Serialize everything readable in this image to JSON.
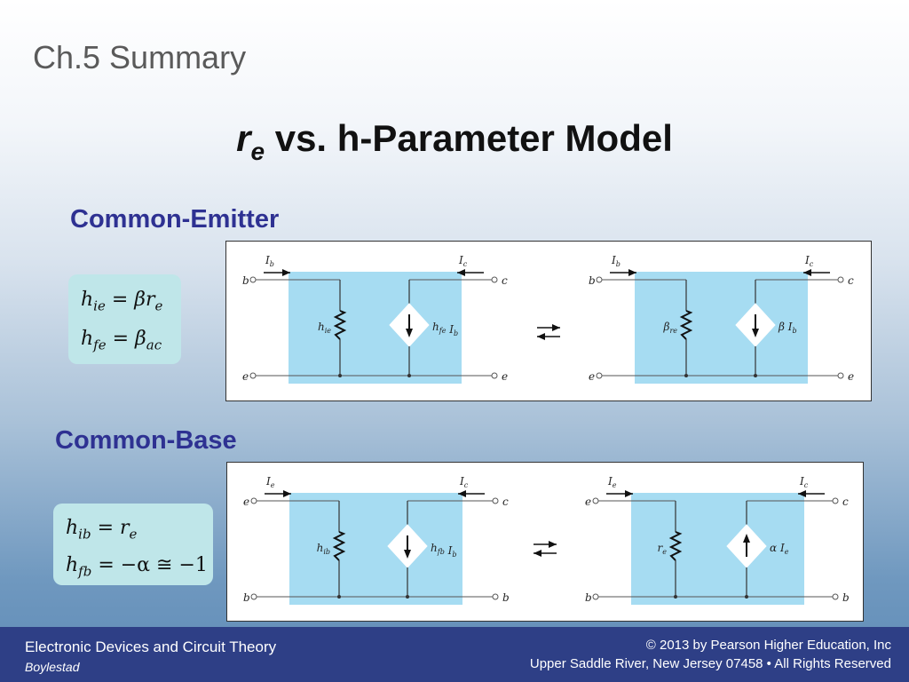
{
  "slide": {
    "kicker": "Ch.5 Summary",
    "title_symbol": "r",
    "title_subscript": "e",
    "title_rest": " vs. h-Parameter Model"
  },
  "common_emitter": {
    "heading": "Common-Emitter",
    "formulas": [
      {
        "lhs": "h",
        "lhs_sub": "ie",
        "op": " = ",
        "rhs": "βr",
        "rhs_sub": "e"
      },
      {
        "lhs": "h",
        "lhs_sub": "fe",
        "op": " = ",
        "rhs": "β",
        "rhs_sub": "ac"
      }
    ],
    "circuit": {
      "left": {
        "in_current": "Ib",
        "out_current": "Ic",
        "in_node": "b",
        "out_node": "c",
        "bottom_left": "e",
        "bottom_right": "e",
        "resistor_label": "hie",
        "source_label": "hfe Ib",
        "source_arrow": "down"
      },
      "right": {
        "in_current": "Ib",
        "out_current": "Ic",
        "in_node": "b",
        "out_node": "c",
        "bottom_left": "e",
        "bottom_right": "e",
        "resistor_label": "βre",
        "source_label": "β Ib",
        "source_arrow": "down"
      }
    }
  },
  "common_base": {
    "heading": "Common-Base",
    "formulas": [
      {
        "lhs": "h",
        "lhs_sub": "ib",
        "op": " = ",
        "rhs": "r",
        "rhs_sub": "e"
      },
      {
        "lhs": "h",
        "lhs_sub": "fb",
        "op": " = ",
        "rhs": "−α ≅ −1",
        "rhs_sub": ""
      }
    ],
    "circuit": {
      "left": {
        "in_current": "Ie",
        "out_current": "Ic",
        "in_node": "e",
        "out_node": "c",
        "bottom_left": "b",
        "bottom_right": "b",
        "resistor_label": "hib",
        "source_label": "hfb Ib",
        "source_arrow": "down"
      },
      "right": {
        "in_current": "Ie",
        "out_current": "Ic",
        "in_node": "e",
        "out_node": "c",
        "bottom_left": "b",
        "bottom_right": "b",
        "resistor_label": "re",
        "source_label": "α Ie",
        "source_arrow": "up"
      }
    }
  },
  "footer": {
    "course": "Electronic Devices and Circuit Theory",
    "author": "Boylestad",
    "copyright": "© 2013 by Pearson Higher Education, Inc",
    "address": "Upper Saddle River, New Jersey 07458 • All Rights Reserved"
  },
  "colors": {
    "heading_blue": "#2e3192",
    "footer_bg": "#2e3f86",
    "formula_bg": "#bfe6e9",
    "circuit_fill": "#a6dcf2"
  }
}
